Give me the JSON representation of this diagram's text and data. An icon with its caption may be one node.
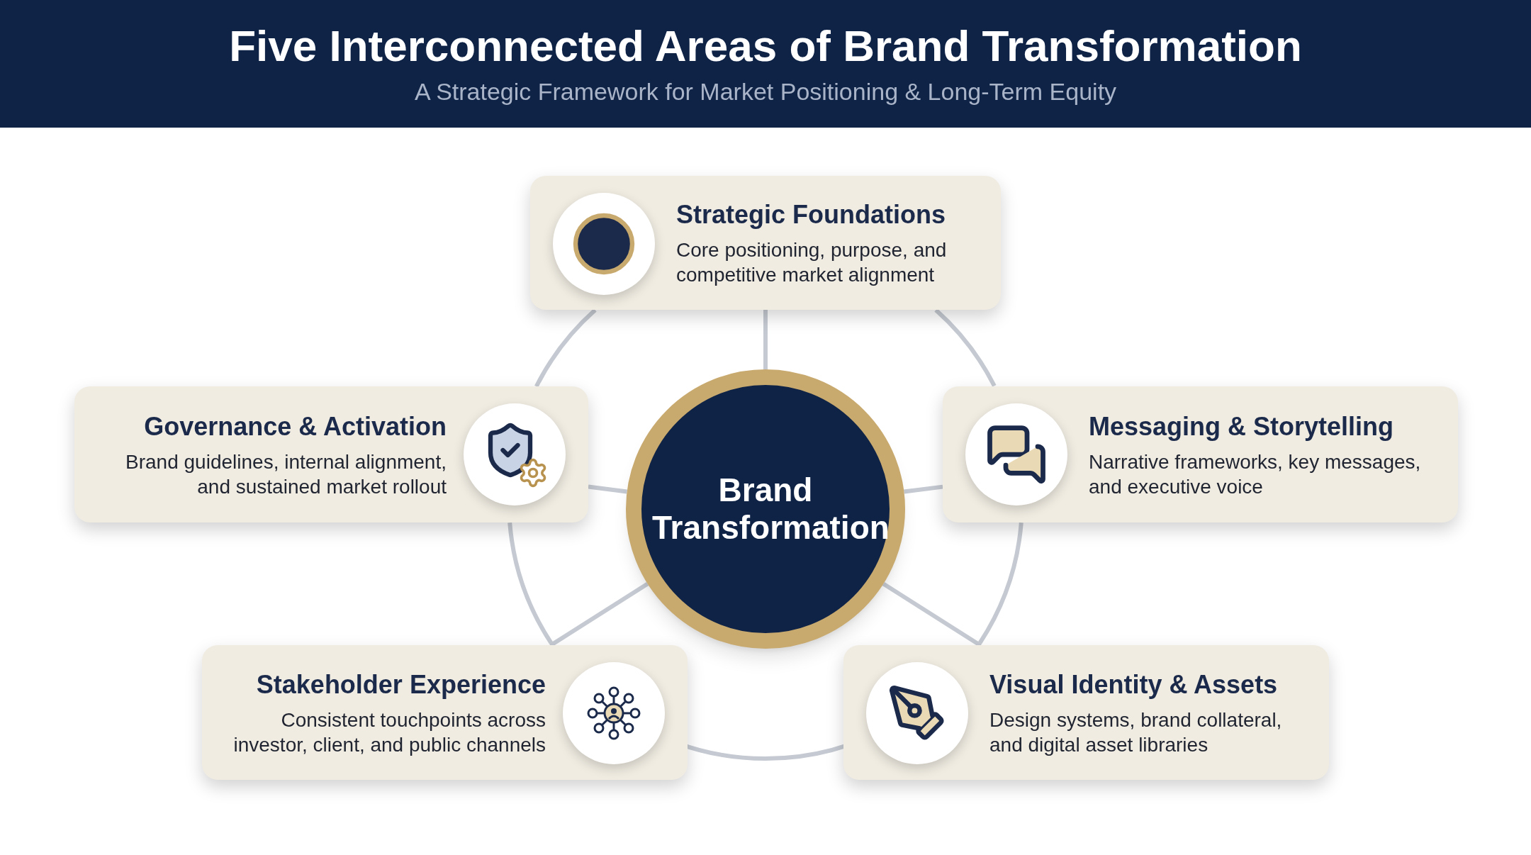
{
  "diagram": {
    "title": "Five Interconnected Areas of Brand Transformation",
    "nodes": [
      {
        "text": [
          "Brand Transformation"
        ]
      },
      {
        "text": [
          "Strategic Foundations",
          "Core positioning, purpose, and competitive market alignment"
        ]
      },
      {
        "text": [
          "Governance & Activation",
          "Brand guidelines, internal alignment, and sustained market rollout"
        ]
      },
      {
        "text": [
          "Messaging & Storytelling",
          "Narrative frameworks, key messages, and executive voice"
        ]
      },
      {
        "text": [
          "Stakeholder Experience",
          "Consistent touchpoints across investor, client, and public channels"
        ]
      },
      {
        "text": [
          "Visual Identity & Assets",
          "Design systems, brand collateral, and digital asset libraries"
        ]
      }
    ],
    "edges": [
      {
        "from": 0,
        "to": 1,
        "arrow": "none"
      },
      {
        "from": 0,
        "to": 2,
        "arrow": "none"
      },
      {
        "from": 0,
        "to": 3,
        "arrow": "none"
      },
      {
        "from": 0,
        "to": 4,
        "arrow": "none"
      },
      {
        "from": 0,
        "to": 5,
        "arrow": "none"
      },
      {
        "from": 1,
        "to": 3,
        "arrow": "none"
      },
      {
        "from": 3,
        "to": 5,
        "arrow": "none"
      },
      {
        "from": 5,
        "to": 4,
        "arrow": "none"
      },
      {
        "from": 4,
        "to": 2,
        "arrow": "none"
      },
      {
        "from": 2,
        "to": 1,
        "arrow": "none"
      }
    ],
    "labels": [
      "A Strategic Framework for Market Positioning & Long-Term Equity"
    ]
  }
}
